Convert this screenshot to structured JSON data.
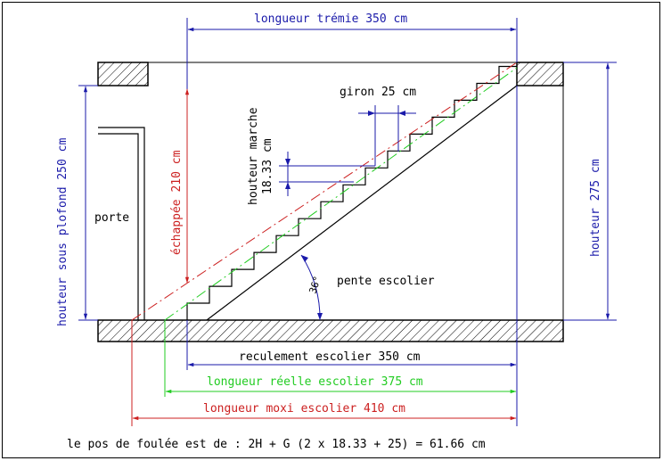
{
  "labels": {
    "longueur_tremie": "longueur trémie 350 cm",
    "giron": "giron 25 cm",
    "hauteur_marche_1": "houteur marche",
    "hauteur_marche_2": "18.33 cm",
    "echappee": "échappée 210 cm",
    "hauteur_sous_plafond": "houteur sous plofond 250 cm",
    "hauteur": "houteur 275 cm",
    "porte": "porte",
    "pente": "pente escolier",
    "angle": "36°",
    "reculement": "reculement escolier 350 cm",
    "longueur_reelle": "longueur réelle escolier 375 cm",
    "longueur_maxi": "longueur moxi escolier 410 cm",
    "formule": "le pos de foulée est de : 2H + G (2 x 18.33 + 25) = 61.66 cm"
  },
  "colors": {
    "blue": "#1a1aaa",
    "red": "#cc2020",
    "green": "#22cc22",
    "black": "#000000"
  },
  "stairs": {
    "step_count": 14,
    "step_height_cm": 18.33,
    "tread_cm": 25,
    "angle_deg": 36
  }
}
